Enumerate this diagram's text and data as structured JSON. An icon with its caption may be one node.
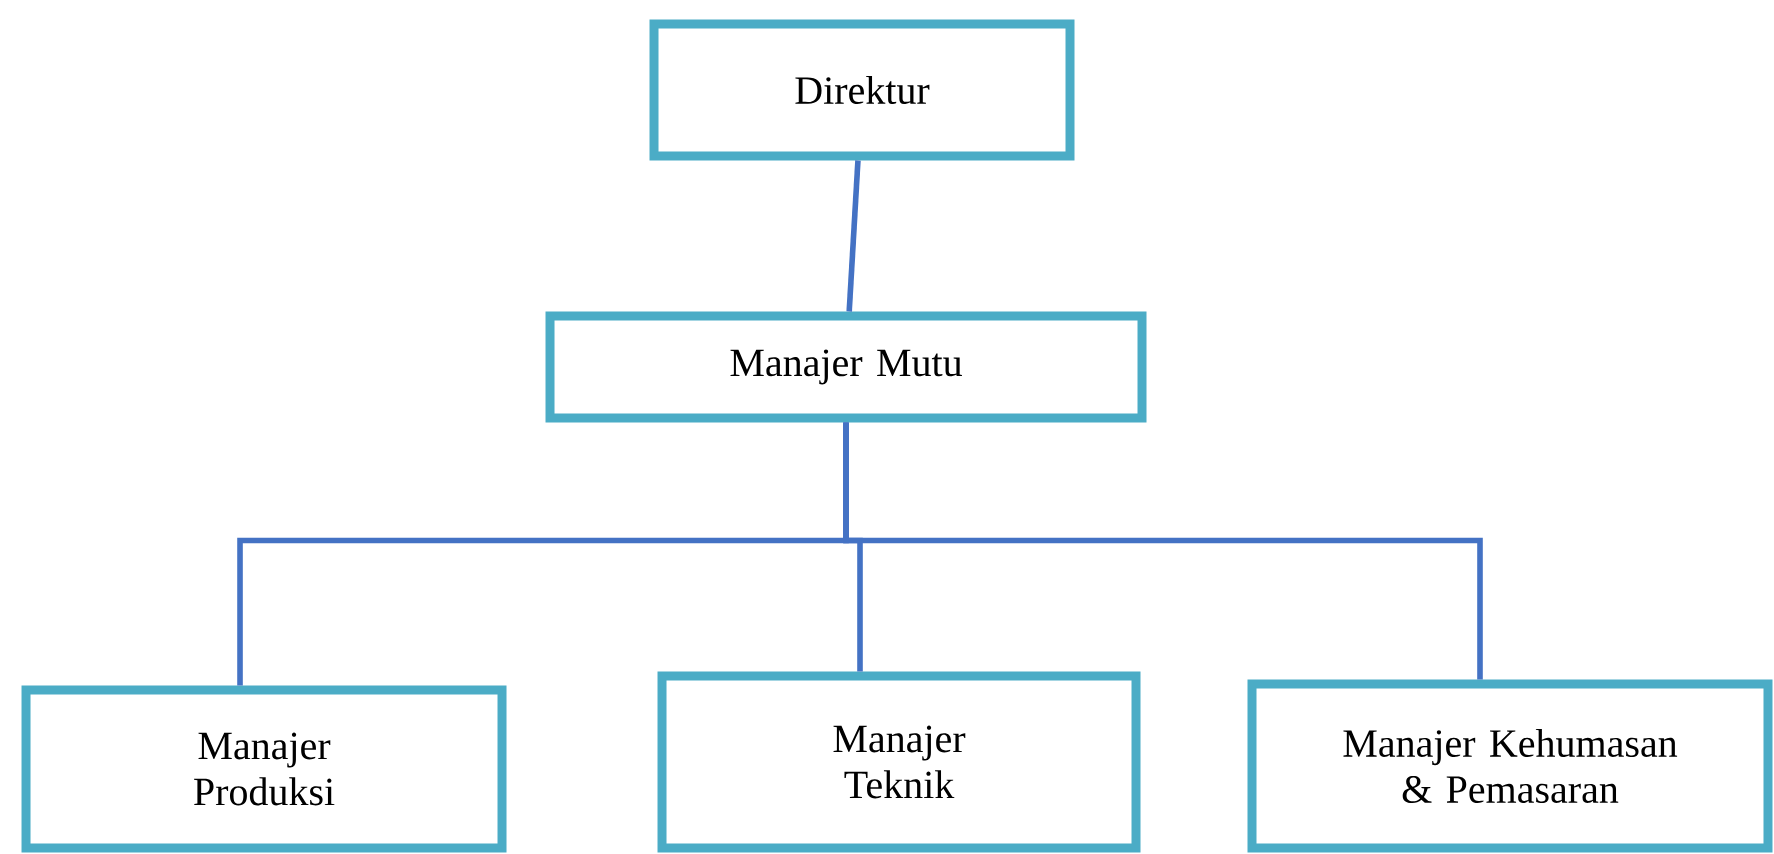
{
  "diagram": {
    "nodes": [
      {
        "text": [
          "Direktur"
        ]
      },
      {
        "text": [
          "Manajer Mutu"
        ]
      },
      {
        "text": [
          "Manajer Produksi"
        ]
      },
      {
        "text": [
          "Manajer Teknik"
        ]
      },
      {
        "text": [
          "Manajer Kehumasan & Pemasaran"
        ]
      }
    ],
    "edges": [
      {
        "from": 0,
        "to": 1,
        "arrow": "none"
      },
      {
        "from": 1,
        "to": 2,
        "arrow": "none"
      },
      {
        "from": 1,
        "to": 3,
        "arrow": "none"
      },
      {
        "from": 1,
        "to": 4,
        "arrow": "none"
      }
    ]
  }
}
